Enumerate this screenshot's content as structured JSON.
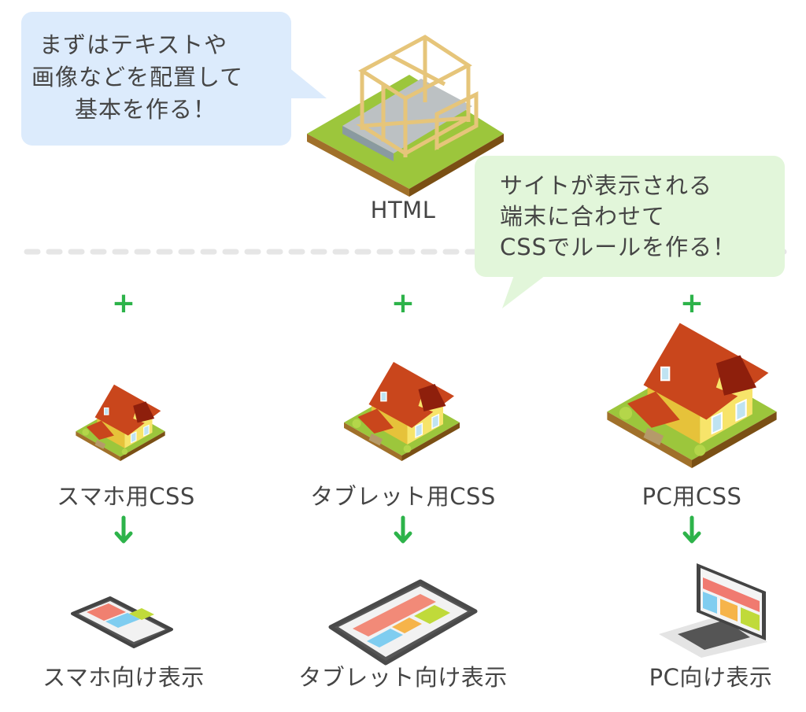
{
  "bubbles": {
    "html_note": [
      "まずはテキストや",
      "画像などを配置して",
      "基本を作る！"
    ],
    "css_note": [
      "サイトが表示される",
      "端末に合わせて",
      "CSSでルールを作る！"
    ]
  },
  "base": {
    "label": "HTML"
  },
  "columns": [
    {
      "css_label": "スマホ用CSS",
      "display_label": "スマホ向け表示",
      "device": "smartphone"
    },
    {
      "css_label": "タブレット用CSS",
      "display_label": "タブレット向け表示",
      "device": "tablet"
    },
    {
      "css_label": "PC用CSS",
      "display_label": "PC向け表示",
      "device": "laptop"
    }
  ],
  "symbols": {
    "plus": "+"
  },
  "colors": {
    "accent_green": "#2db34a",
    "bubble_blue": "#dcebfc",
    "bubble_green": "#e2f6da",
    "text": "#454545"
  }
}
